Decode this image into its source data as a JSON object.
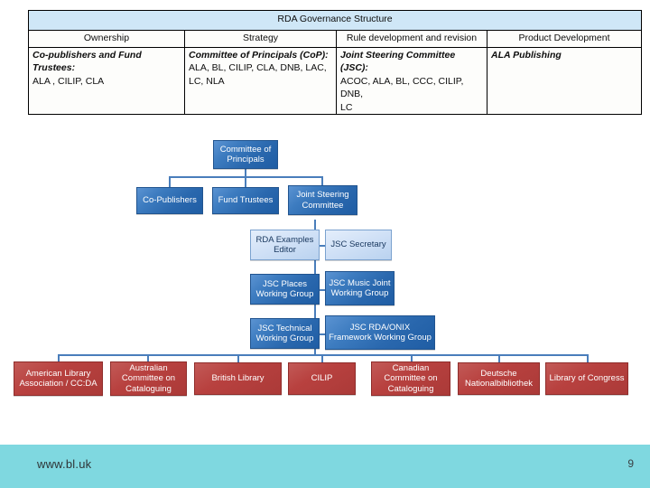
{
  "table": {
    "title": "RDA Governance Structure",
    "headers": [
      "Ownership",
      "Strategy",
      "Rule development and revision",
      "Product Development"
    ],
    "cells": [
      {
        "emphasis": [
          "Co-publishers and Fund",
          "Trustees:"
        ],
        "plain": [
          "ALA , CILIP, CLA"
        ]
      },
      {
        "emphasis": [
          "Committee of Principals (CoP):"
        ],
        "plain": [
          "ALA, BL, CILIP, CLA, DNB, LAC,",
          "LC, NLA"
        ]
      },
      {
        "emphasis": [
          "Joint Steering Committee (JSC):"
        ],
        "plain": [
          "ACOC, ALA, BL, CCC, CILIP, DNB,",
          "LC"
        ]
      },
      {
        "emphasis": [
          "ALA Publishing"
        ],
        "plain": []
      }
    ]
  },
  "org_chart": {
    "root": "Committee of Principals",
    "level2": [
      "Co-Publishers",
      "Fund Trustees",
      "Joint Steering Committee"
    ],
    "jsc_children": [
      {
        "left": "RDA Examples Editor",
        "right": "JSC Secretary"
      },
      {
        "left": "JSC Places Working Group",
        "right": "JSC Music Joint Working Group"
      },
      {
        "left": "JSC Technical Working Group",
        "right": "JSC RDA/ONIX Framework Working Group"
      }
    ],
    "constituencies": [
      "American Library Association / CC:DA",
      "Australian Committee on Cataloguing",
      "British Library",
      "CILIP",
      "Canadian Committee on Cataloguing",
      "Deutsche Nationalbibliothek",
      "Library of Congress"
    ]
  },
  "footer": {
    "url": "www.bl.uk",
    "page_number": "9"
  },
  "colors": {
    "table_title_bg": "#cfe7f7",
    "node_blue": "#2a68ae",
    "node_light_blue": "#cfe0f6",
    "node_red": "#b8413f",
    "connector": "#4a7ebb",
    "footer_bg": "#7fd8e0"
  }
}
